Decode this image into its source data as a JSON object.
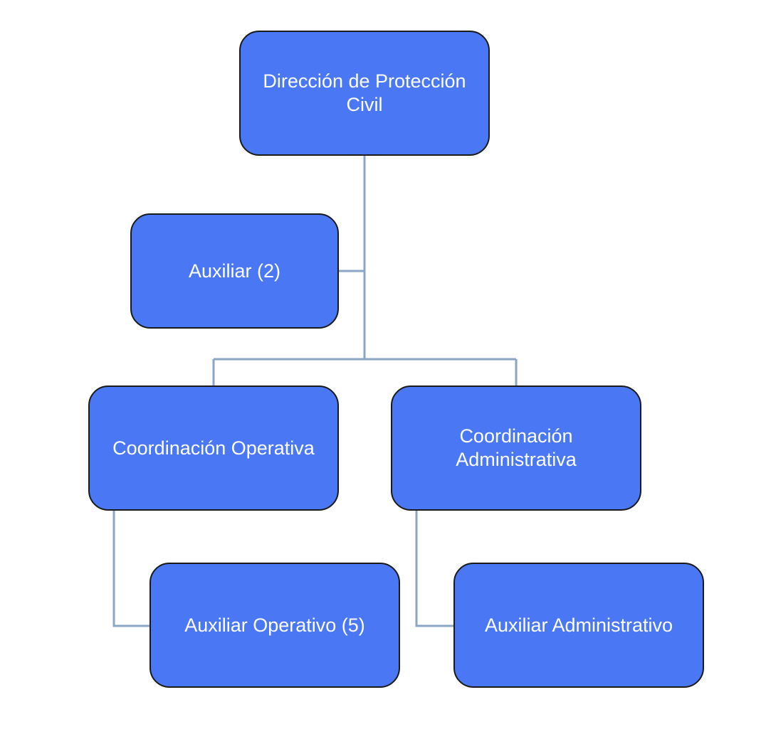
{
  "colors": {
    "node_fill": "#4a78f5",
    "node_border": "#1a1a1a",
    "node_text": "#ffffff",
    "connector": "#8aa6c4"
  },
  "nodes": {
    "direccion": "Dirección de Protección Civil",
    "auxiliar": "Auxiliar (2)",
    "coord_operativa": "Coordinación Operativa",
    "coord_administrativa": "Coordinación Administrativa",
    "auxiliar_operativo": "Auxiliar Operativo (5)",
    "auxiliar_administrativo": "Auxiliar Administrativo"
  }
}
